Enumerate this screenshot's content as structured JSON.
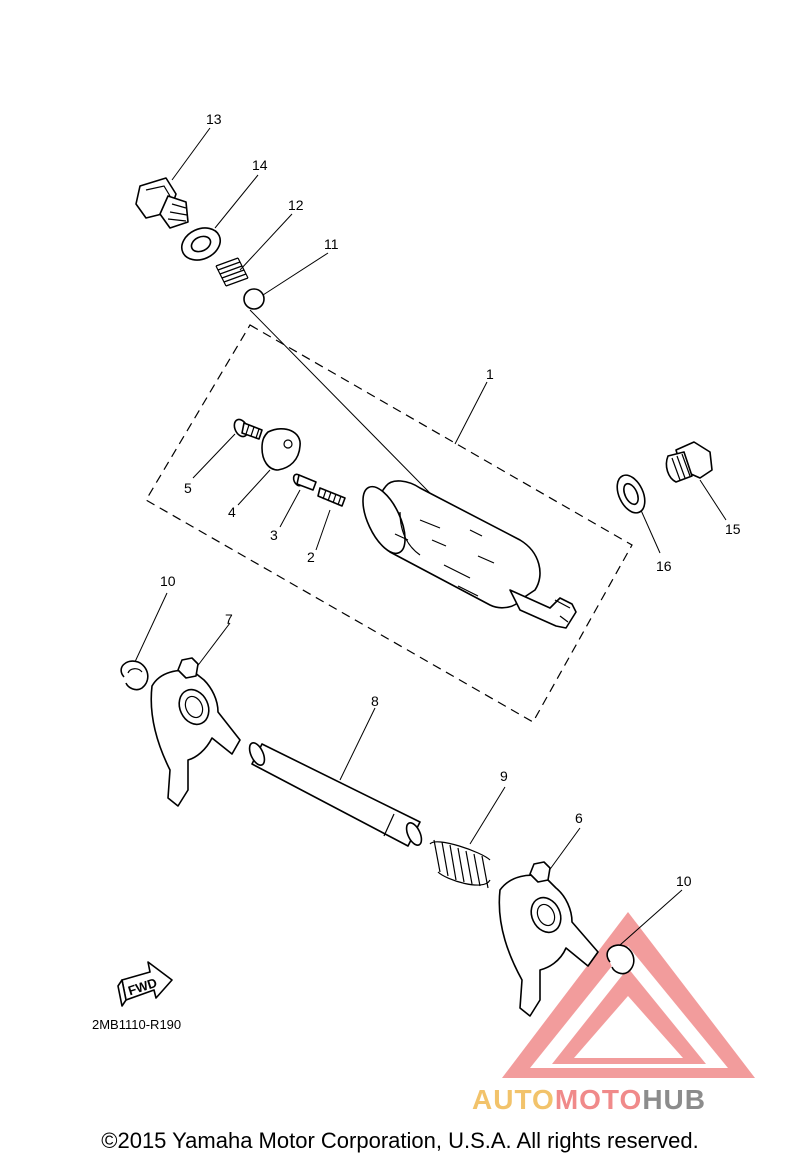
{
  "diagram": {
    "callouts": [
      {
        "id": "13",
        "text": "13"
      },
      {
        "id": "14",
        "text": "14"
      },
      {
        "id": "12",
        "text": "12"
      },
      {
        "id": "11",
        "text": "11"
      },
      {
        "id": "1",
        "text": "1"
      },
      {
        "id": "5",
        "text": "5"
      },
      {
        "id": "4",
        "text": "4"
      },
      {
        "id": "3",
        "text": "3"
      },
      {
        "id": "2",
        "text": "2"
      },
      {
        "id": "16",
        "text": "16"
      },
      {
        "id": "15",
        "text": "15"
      },
      {
        "id": "10a",
        "text": "10"
      },
      {
        "id": "7",
        "text": "7"
      },
      {
        "id": "8",
        "text": "8"
      },
      {
        "id": "9",
        "text": "9"
      },
      {
        "id": "6",
        "text": "6"
      },
      {
        "id": "10b",
        "text": "10"
      }
    ],
    "fwd_label": "FWD",
    "diagram_code": "2MB1110-R190"
  },
  "watermark": {
    "part1": "AUTO",
    "part2": "MOTO",
    "part3": "HUB",
    "colors": {
      "auto": "#f2c36b",
      "moto": "#f08a8a",
      "hub": "#8c8c8c",
      "triangle": "#e84c4c"
    }
  },
  "footer": {
    "copyright": "©2015 Yamaha Motor Corporation, U.S.A. All rights reserved."
  }
}
